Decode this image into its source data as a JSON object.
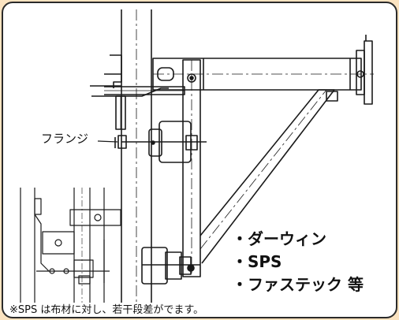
{
  "labels": {
    "flange": "フランジ"
  },
  "products": [
    "・ダーウィン",
    "・SPS",
    "・ファステック 等"
  ],
  "note": "※SPS は布材に対し、若干段差がでます。",
  "colors": {
    "background": "#fbe3c0",
    "card": "#ffffff",
    "line": "#1a1a1a"
  }
}
